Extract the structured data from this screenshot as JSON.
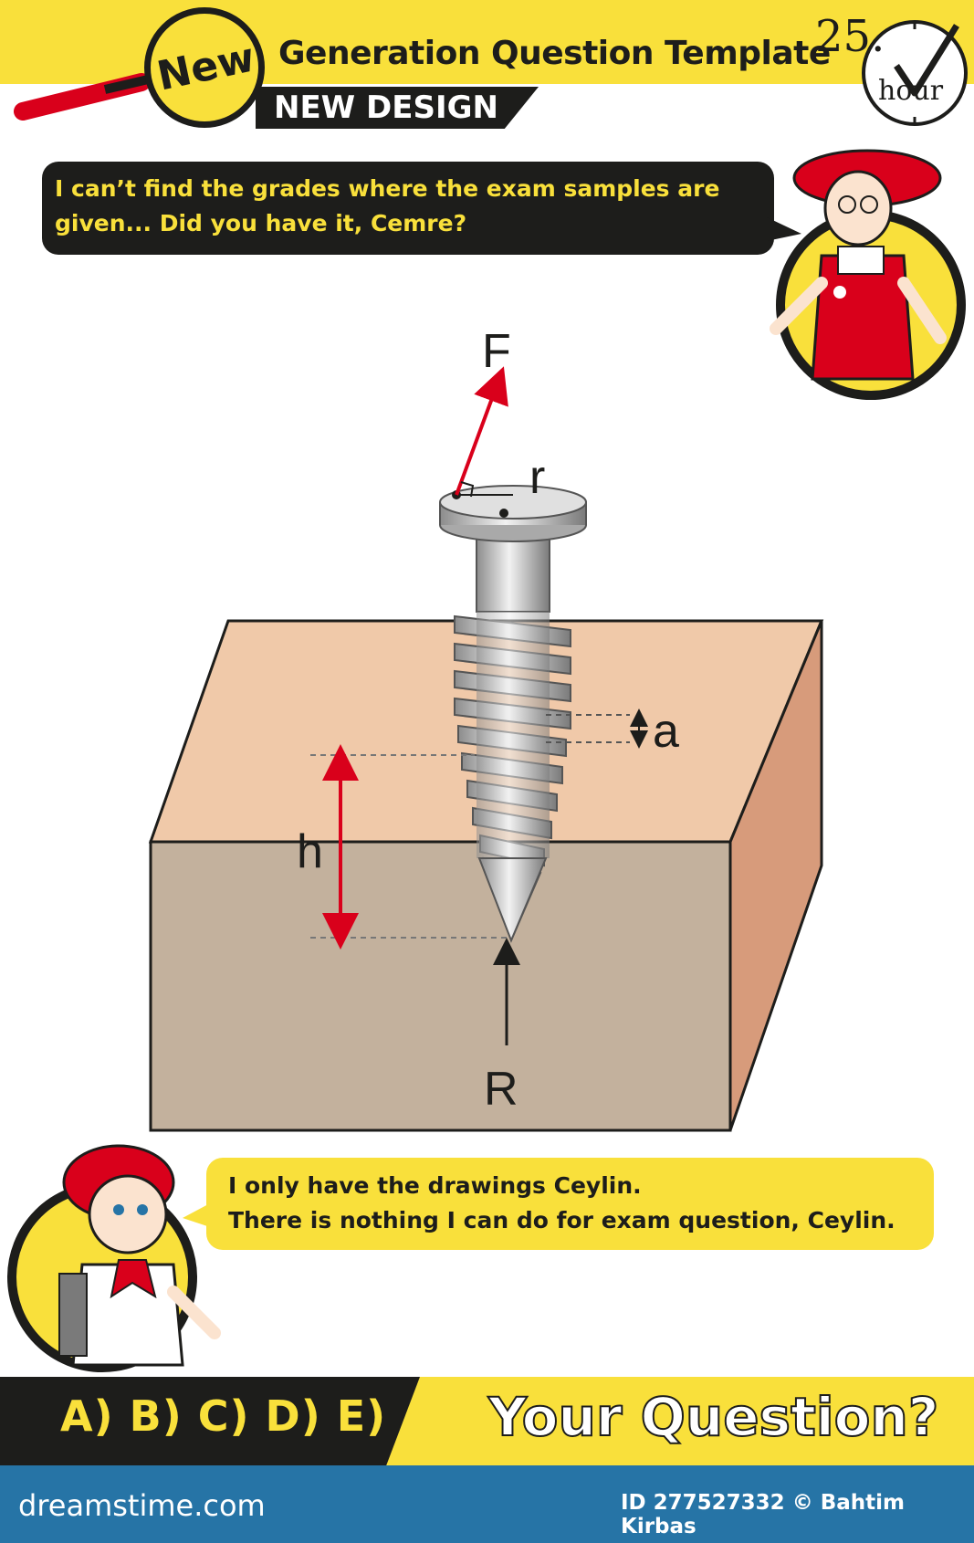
{
  "header": {
    "badge": "New",
    "title": "Generation Question Template",
    "subtitle": "NEW DESIGN",
    "lesson_number": "25.",
    "lesson_unit": "hour"
  },
  "dialogue": {
    "top_speech": "I can’t find the grades where the exam samples are given... Did you have it, Cemre?",
    "bottom_speech_line1": "I only have the drawings Ceylin.",
    "bottom_speech_line2": "There is nothing I can do for exam question, Ceylin."
  },
  "diagram": {
    "labels": {
      "force": "F",
      "radius": "r",
      "pitch": "a",
      "depth": "h",
      "reaction": "R"
    }
  },
  "footer": {
    "answers": "A) B) C) D) E)",
    "prompt": "Your Question?"
  },
  "watermark": {
    "site": "dreamstime.com",
    "credit": "ID 277527332 © Bahtim Kirbas"
  },
  "colors": {
    "yellow": "#f9e03b",
    "dark": "#1d1d1b",
    "arrow_red": "#d9001b",
    "wood_top": "#f0c9a9",
    "wood_front": "#c3b19d",
    "wood_side": "#d79b7b",
    "footer_blue": "#2674a6"
  },
  "icons": [
    "magnifier-icon",
    "clock-check-icon",
    "character-icon"
  ]
}
